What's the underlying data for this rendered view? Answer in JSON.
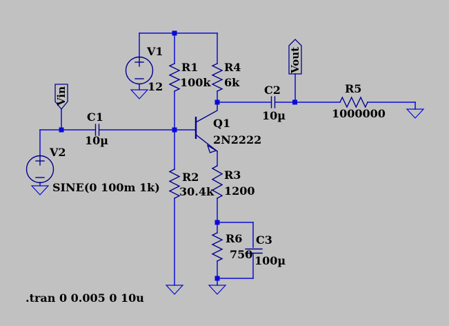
{
  "colors": {
    "bg": "#c1c1c1",
    "wire": "#0a0ad8",
    "symbol": "#00008c",
    "text": "#000000",
    "junction": "#0a0ad8"
  },
  "components": {
    "V1": {
      "name": "V1",
      "value": "12"
    },
    "V2": {
      "name": "V2",
      "value": "SINE(0 100m 1k)"
    },
    "R1": {
      "name": "R1",
      "value": "100k"
    },
    "R2": {
      "name": "R2",
      "value": "30.4k"
    },
    "R3": {
      "name": "R3",
      "value": "1200"
    },
    "R4": {
      "name": "R4",
      "value": "6k"
    },
    "R5": {
      "name": "R5",
      "value": "1000000"
    },
    "R6": {
      "name": "R6",
      "value": "750"
    },
    "C1": {
      "name": "C1",
      "value": "10µ"
    },
    "C2": {
      "name": "C2",
      "value": "10µ"
    },
    "C3": {
      "name": "C3",
      "value": "100µ"
    },
    "Q1": {
      "name": "Q1",
      "value": "2N2222"
    }
  },
  "flags": {
    "input": "Vin",
    "output": "Vout"
  },
  "directives": {
    "tran": ".tran 0 0.005 0 10u"
  }
}
